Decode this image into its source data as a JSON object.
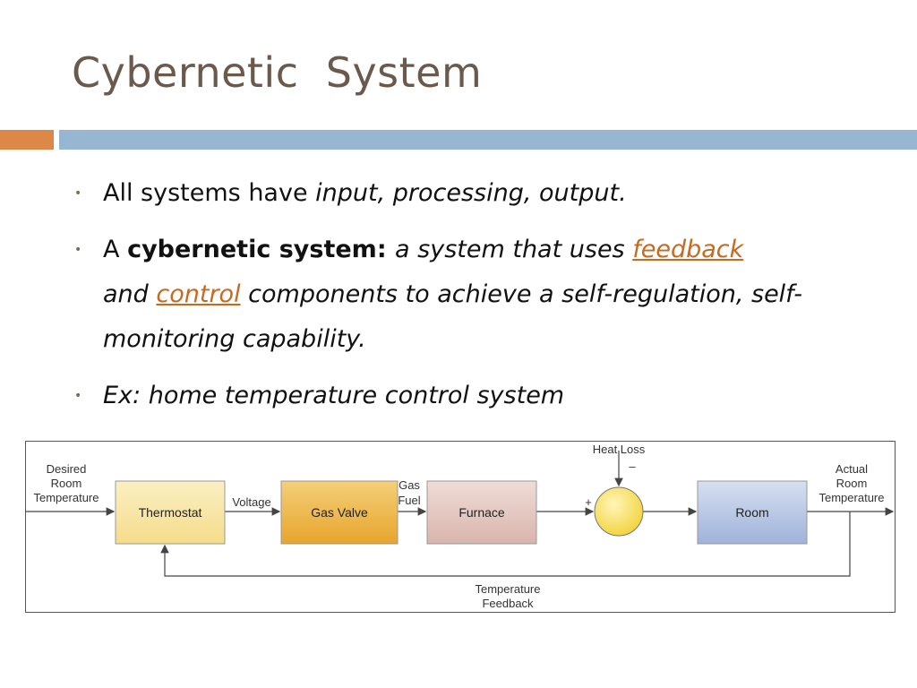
{
  "slide": {
    "title": "Cybernetic  System",
    "bullet1": {
      "lead": "All systems have ",
      "italic": "input, processing, output."
    },
    "bullet2": {
      "a": "A ",
      "bold": "cybernetic system",
      "colon": ": ",
      "italic1": "a system that uses ",
      "link1": "feedback",
      "and": "and ",
      "link2": "control",
      "italic2": " components to achieve a self-regulation, self-monitoring capability."
    },
    "bullet3": "Ex: home temperature control system"
  },
  "diagram": {
    "input_label": [
      "Desired",
      "Room",
      "Temperature"
    ],
    "blocks": [
      {
        "name": "Thermostat",
        "color": "#f5dc8a"
      },
      {
        "name": "Gas Valve",
        "color": "#e7a52c"
      },
      {
        "name": "Furnace",
        "color": "#d8b5ad"
      },
      {
        "name": "Room",
        "color": "#9fb2d9"
      }
    ],
    "voltage_label": "Voltage",
    "gas_fuel_label": [
      "Gas",
      "Fuel"
    ],
    "heat_loss_label": "Heat Loss",
    "minus_sign": "–",
    "plus_sign": "+",
    "output_label": [
      "Actual",
      "Room",
      "Temperature"
    ],
    "feedback_label": [
      "Temperature",
      "Feedback"
    ],
    "summing_junction_color": "#f2d23a"
  }
}
